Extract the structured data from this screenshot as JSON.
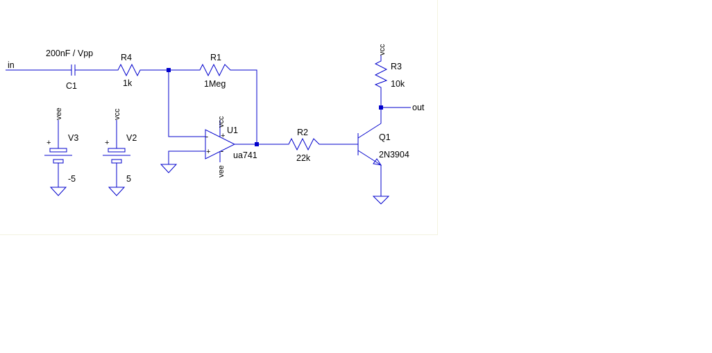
{
  "colors": {
    "wire": "#0000cc",
    "text": "#000000",
    "background": "#ffffff",
    "sheet_border": "#f3f3e0"
  },
  "nets": {
    "in": "in",
    "out": "out",
    "vcc": "vcc",
    "vee": "vee"
  },
  "components": {
    "c1": {
      "ref": "C1",
      "value": "200nF / Vpp"
    },
    "r4": {
      "ref": "R4",
      "value": "1k"
    },
    "r1": {
      "ref": "R1",
      "value": "1Meg"
    },
    "r2": {
      "ref": "R2",
      "value": "22k"
    },
    "r3": {
      "ref": "R3",
      "value": "10k"
    },
    "u1": {
      "ref": "U1",
      "value": "ua741"
    },
    "q1": {
      "ref": "Q1",
      "value": "2N3904"
    },
    "v3": {
      "ref": "V3",
      "value": "-5",
      "plus": "+"
    },
    "v2": {
      "ref": "V2",
      "value": "5",
      "plus": "+"
    }
  },
  "opamp_pins": {
    "minus": "-",
    "plus": "+"
  }
}
